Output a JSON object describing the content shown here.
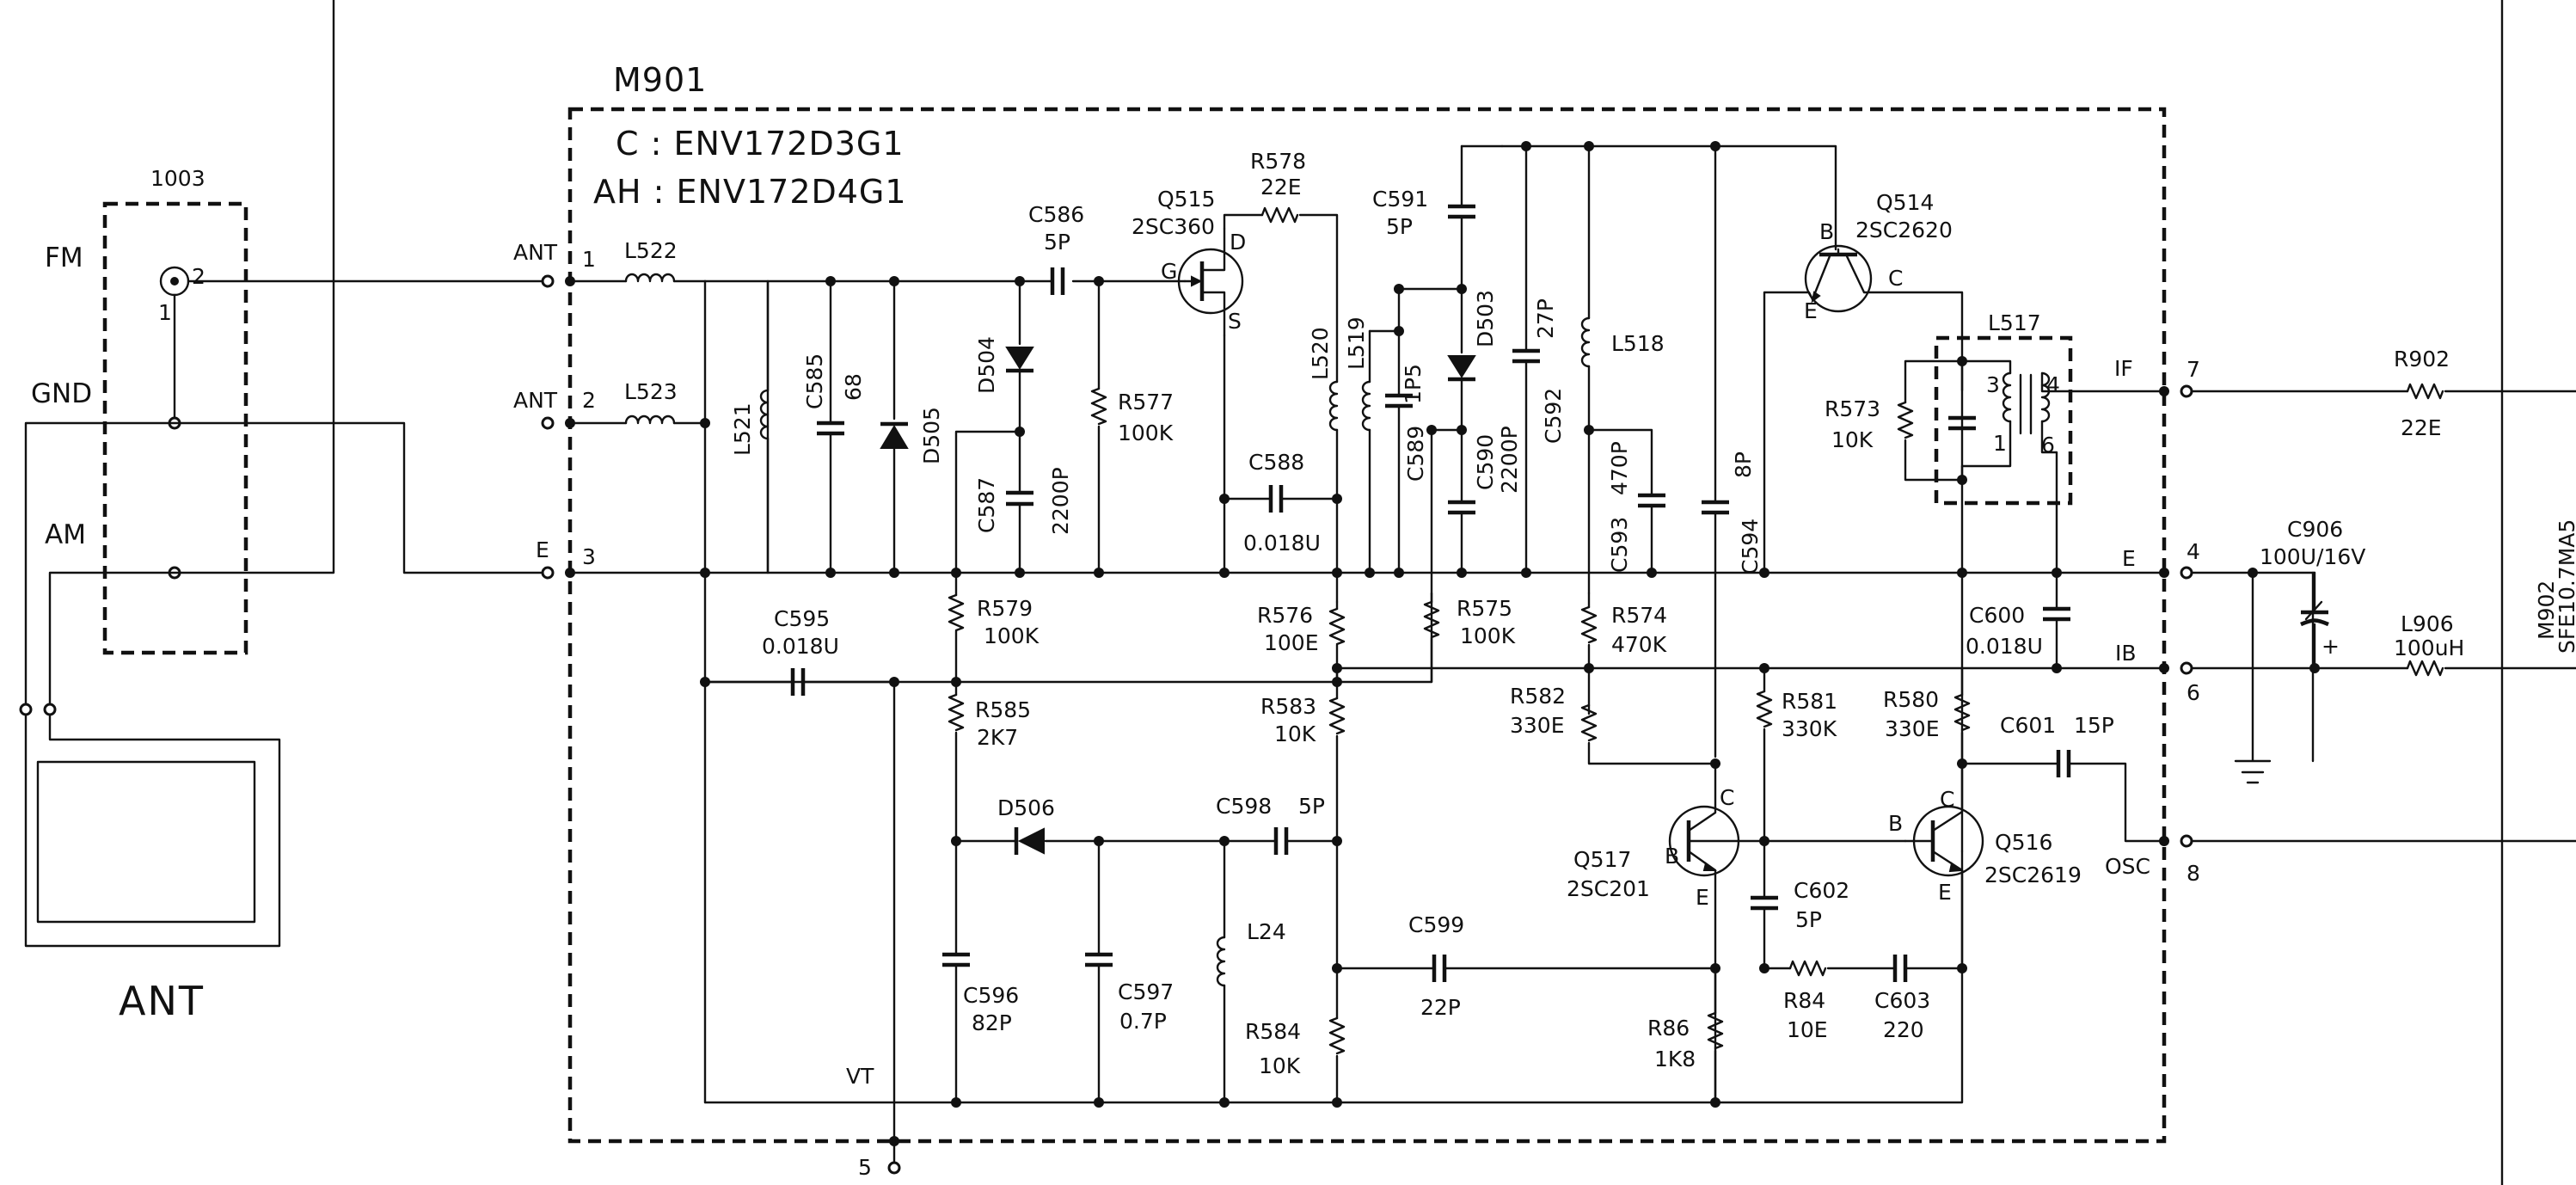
{
  "module": {
    "name": "M901",
    "variant_c": "C  :  ENV172D3G1",
    "variant_ah": "AH : ENV172D4G1"
  },
  "antenna_block": {
    "ref": "1003",
    "fm": "FM",
    "gnd": "GND",
    "am": "AM",
    "pin1": "1",
    "pin2": "2",
    "loop_label": "ANT"
  },
  "pins": {
    "p1": {
      "name": "ANT",
      "num": "1"
    },
    "p2": {
      "name": "ANT",
      "num": "2"
    },
    "p3": {
      "name": "E",
      "num": "3"
    },
    "p4": {
      "name": "E",
      "num": "4"
    },
    "p5": {
      "name": "VT",
      "num": "5"
    },
    "p6": {
      "name": "IB",
      "num": "6"
    },
    "p7": {
      "name": "IF",
      "num": "7"
    },
    "p8": {
      "name": "OSC",
      "num": "8"
    }
  },
  "components": {
    "L522": {
      "ref": "L522"
    },
    "L523": {
      "ref": "L523"
    },
    "L521": {
      "ref": "L521"
    },
    "C585": {
      "ref": "C585",
      "value": "68"
    },
    "D505": {
      "ref": "D505"
    },
    "D504": {
      "ref": "D504"
    },
    "C587": {
      "ref": "C587",
      "value": "2200P"
    },
    "C586": {
      "ref": "C586",
      "value": "5P"
    },
    "R577": {
      "ref": "R577",
      "value": "100K"
    },
    "Q515": {
      "ref": "Q515",
      "value": "2SC360",
      "g": "G",
      "d": "D",
      "s": "S"
    },
    "R578": {
      "ref": "R578",
      "value": "22E"
    },
    "L520": {
      "ref": "L520"
    },
    "L519": {
      "ref": "L519"
    },
    "C588": {
      "ref": "C588",
      "value": "0.018U"
    },
    "C591": {
      "ref": "C591",
      "value": "5P"
    },
    "C589": {
      "ref": "C589",
      "value": "1P5"
    },
    "D503": {
      "ref": "D503"
    },
    "C590": {
      "ref": "C590",
      "value": "2200P"
    },
    "C592": {
      "ref": "C592",
      "value": "27P"
    },
    "L518": {
      "ref": "L518"
    },
    "C593": {
      "ref": "C593",
      "value": "470P"
    },
    "C594": {
      "ref": "C594",
      "value": "8P"
    },
    "Q514": {
      "ref": "Q514",
      "value": "2SC2620",
      "b": "B",
      "c": "C",
      "e": "E"
    },
    "L517": {
      "ref": "L517",
      "p3": "3",
      "p4": "4",
      "p1": "1",
      "p6": "6"
    },
    "R573": {
      "ref": "R573",
      "value": "10K"
    },
    "C595": {
      "ref": "C595",
      "value": "0.018U"
    },
    "R579": {
      "ref": "R579",
      "value": "100K"
    },
    "R585": {
      "ref": "R585",
      "value": "2K7"
    },
    "R576": {
      "ref": "R576",
      "value": "100E"
    },
    "R575": {
      "ref": "R575",
      "value": "100K"
    },
    "R583": {
      "ref": "R583",
      "value": "10K"
    },
    "R574": {
      "ref": "R574",
      "value": "470K"
    },
    "R582": {
      "ref": "R582",
      "value": "330E"
    },
    "R581": {
      "ref": "R581",
      "value": "330K"
    },
    "R580": {
      "ref": "R580",
      "value": "330E"
    },
    "C600": {
      "ref": "C600",
      "value": "0.018U"
    },
    "C601": {
      "ref": "C601",
      "value": "15P"
    },
    "D506": {
      "ref": "D506"
    },
    "C598": {
      "ref": "C598",
      "value": "5P"
    },
    "Q517": {
      "ref": "Q517",
      "value": "2SC201",
      "b": "B",
      "c": "C",
      "e": "E"
    },
    "Q516": {
      "ref": "Q516",
      "value": "2SC2619",
      "b": "B",
      "c": "C",
      "e": "E"
    },
    "C602": {
      "ref": "C602",
      "value": "5P"
    },
    "L24": {
      "ref": "L24"
    },
    "C599": {
      "ref": "C599",
      "value": "22P"
    },
    "C596": {
      "ref": "C596",
      "value": "82P"
    },
    "C597": {
      "ref": "C597",
      "value": "0.7P"
    },
    "R584": {
      "ref": "R584",
      "value": "10K"
    },
    "R86": {
      "ref": "R86",
      "value": "1K8"
    },
    "R84": {
      "ref": "R84",
      "value": "10E"
    },
    "C603": {
      "ref": "C603",
      "value": "220"
    },
    "R902": {
      "ref": "R902",
      "value": "22E"
    },
    "C906": {
      "ref": "C906",
      "value": "100U/16V",
      "plus": "+"
    },
    "L906": {
      "ref": "L906",
      "value": "100uH"
    }
  },
  "edge": {
    "m902": "M902",
    "filter": "SFE10.7MA5"
  }
}
